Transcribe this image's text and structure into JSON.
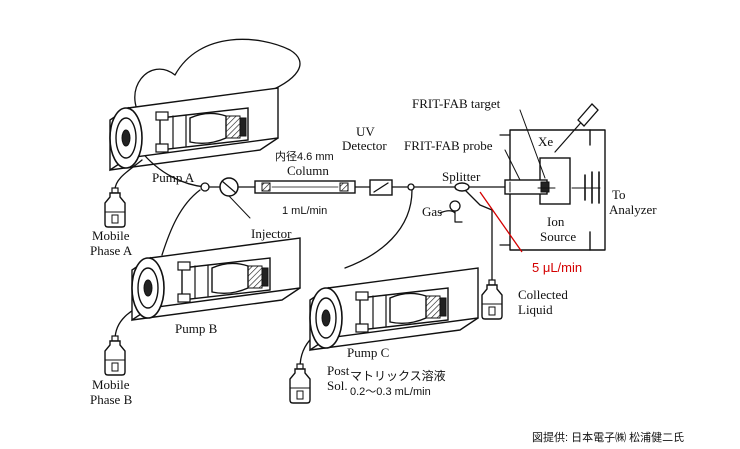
{
  "labels": {
    "pump_a": "Pump A",
    "pump_b": "Pump B",
    "pump_c": "Pump C",
    "mobile_phase_a_1": "Mobile",
    "mobile_phase_a_2": "Phase A",
    "mobile_phase_b_1": "Mobile",
    "mobile_phase_b_2": "Phase B",
    "injector": "Injector",
    "column_dim": "内径4.6 mm",
    "column": "Column",
    "flow_column": "1 mL/min",
    "uv_1": "UV",
    "uv_2": "Detector",
    "splitter": "Splitter",
    "gas": "Gas",
    "frit_target": "FRIT-FAB target",
    "frit_probe": "FRIT-FAB probe",
    "xe": "Xe",
    "ion_1": "Ion",
    "ion_2": "Source",
    "to_1": "To",
    "to_2": "Analyzer",
    "flow_split": "5 μL/min",
    "collected_1": "Collected",
    "collected_2": "Liquid",
    "post_1": "Post",
    "post_2": "Sol.",
    "matrix_solution": "マトリックス溶液",
    "matrix_flow": "0.2〜0.3 mL/min",
    "credit": "図提供: 日本電子㈱  松浦健二氏"
  },
  "colors": {
    "ink": "#111111",
    "highlight": "#d40000",
    "background": "#ffffff"
  }
}
